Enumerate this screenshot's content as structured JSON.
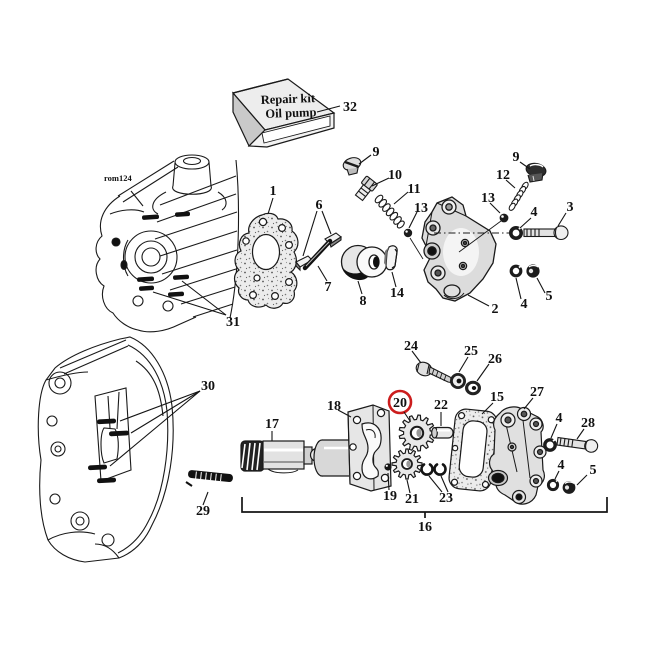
{
  "diagram": {
    "drawing_ref": "rom124",
    "kit_label_line1": "Repair kit",
    "kit_label_line2": "Oil pump",
    "highlight": {
      "part": "20",
      "color": "#cc1d1d"
    }
  },
  "callouts": [
    {
      "n": "32"
    },
    {
      "n": "9"
    },
    {
      "n": "10"
    },
    {
      "n": "11"
    },
    {
      "n": "13"
    },
    {
      "n": "1"
    },
    {
      "n": "6"
    },
    {
      "n": "7"
    },
    {
      "n": "8"
    },
    {
      "n": "14"
    },
    {
      "n": "9"
    },
    {
      "n": "12"
    },
    {
      "n": "13"
    },
    {
      "n": "4"
    },
    {
      "n": "3"
    },
    {
      "n": "2"
    },
    {
      "n": "4"
    },
    {
      "n": "5"
    },
    {
      "n": "31"
    },
    {
      "n": "30"
    },
    {
      "n": "24"
    },
    {
      "n": "25"
    },
    {
      "n": "26"
    },
    {
      "n": "15"
    },
    {
      "n": "27"
    },
    {
      "n": "20"
    },
    {
      "n": "22"
    },
    {
      "n": "18"
    },
    {
      "n": "17"
    },
    {
      "n": "4"
    },
    {
      "n": "28"
    },
    {
      "n": "4"
    },
    {
      "n": "5"
    },
    {
      "n": "19"
    },
    {
      "n": "21"
    },
    {
      "n": "23"
    },
    {
      "n": "29"
    },
    {
      "n": "16"
    }
  ]
}
